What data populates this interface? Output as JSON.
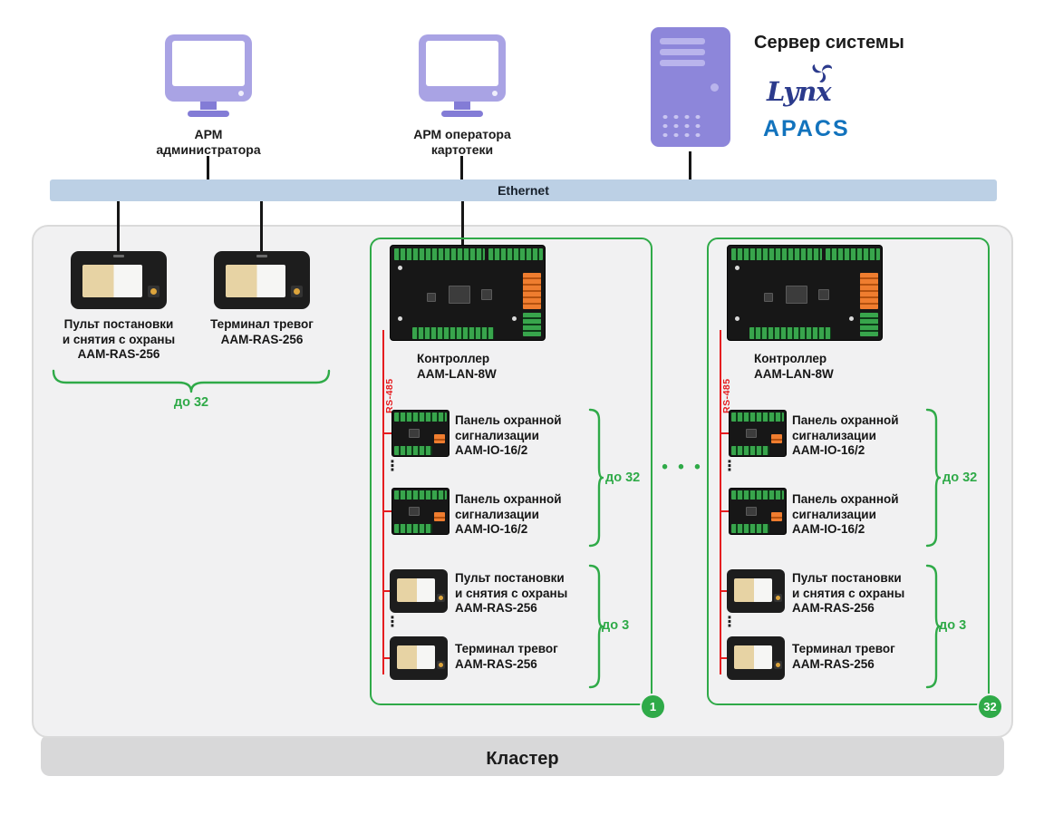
{
  "colors": {
    "accent_green": "#2faa48",
    "bus_red": "#e51d20",
    "device_purple": "#8d86da",
    "ethernet_bar_blue": "#bcd0e5",
    "lynx_navy": "#2b3a8c",
    "apacs_blue": "#1273bd"
  },
  "top": {
    "workstation_admin_label": "АРМ\nадминистратора",
    "workstation_operator_label": "АРМ оператора\nкартотеки",
    "server_label": "Сервер системы",
    "lynx_logo_text": "Lynx",
    "apacs_logo_text": "APACS"
  },
  "ethernet": {
    "label": "Ethernet"
  },
  "cluster": {
    "label": "Кластер",
    "standalone": {
      "console_label": "Пульт постановки\nи снятия с охраны\nAAM-RAS-256",
      "terminal_label": "Терминал тревог\nAAM-RAS-256",
      "brace_label": "до 32"
    },
    "separator_dots": "• • •",
    "blocks": [
      {
        "badge": "1",
        "controller_label": "Контроллер\nAAM-LAN-8W",
        "bus_label": "RS-485",
        "io_panel_1_label": "Панель охранной\nсигнализации\nAAM-IO-16/2",
        "io_panel_2_label": "Панель охранной\nсигнализации\nAAM-IO-16/2",
        "io_brace_label": "до 32",
        "console_label": "Пульт постановки\nи снятия с охраны\nAAM-RAS-256",
        "terminal_label": "Терминал тревог\nAAM-RAS-256",
        "ras_brace_label": "до 3",
        "ellipsis": "⋮"
      },
      {
        "badge": "32",
        "controller_label": "Контроллер\nAAM-LAN-8W",
        "bus_label": "RS-485",
        "io_panel_1_label": "Панель охранной\nсигнализации\nAAM-IO-16/2",
        "io_panel_2_label": "Панель охранной\nсигнализации\nAAM-IO-16/2",
        "io_brace_label": "до 32",
        "console_label": "Пульт постановки\nи снятия с охраны\nAAM-RAS-256",
        "terminal_label": "Терминал тревог\nAAM-RAS-256",
        "ras_brace_label": "до 3",
        "ellipsis": "⋮"
      }
    ]
  }
}
